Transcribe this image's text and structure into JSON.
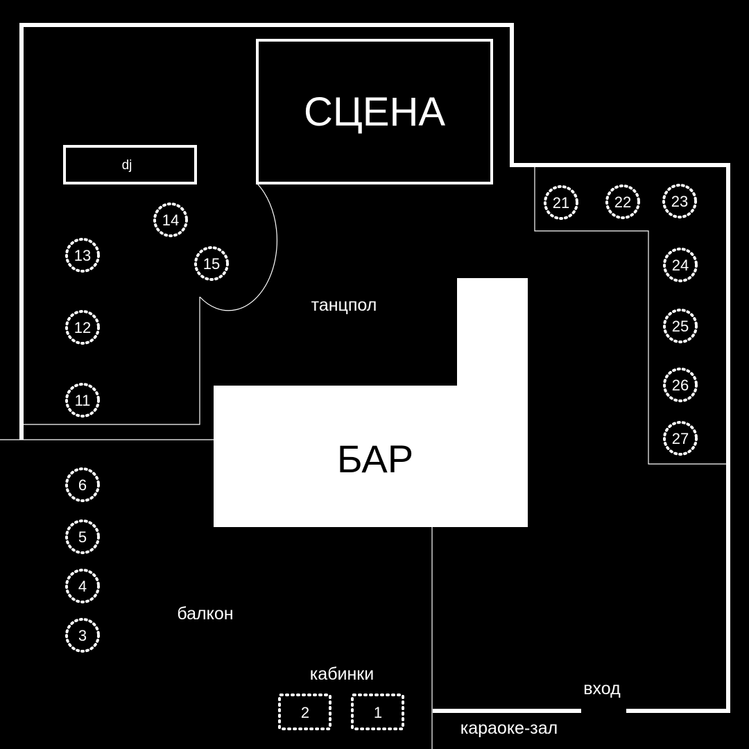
{
  "colors": {
    "background": "#000000",
    "foreground": "#ffffff"
  },
  "zones": {
    "stage": "СЦЕНА",
    "dj": "dj",
    "dancefloor": "танцпол",
    "bar": "БАР",
    "balcony": "балкон",
    "booths": "кабинки",
    "entrance": "вход",
    "karaoke": "караоке-зал"
  },
  "tables": {
    "t1": "1",
    "t2": "2",
    "t3": "3",
    "t4": "4",
    "t5": "5",
    "t6": "6",
    "t11": "11",
    "t12": "12",
    "t13": "13",
    "t14": "14",
    "t15": "15",
    "t21": "21",
    "t22": "22",
    "t23": "23",
    "t24": "24",
    "t25": "25",
    "t26": "26",
    "t27": "27"
  }
}
